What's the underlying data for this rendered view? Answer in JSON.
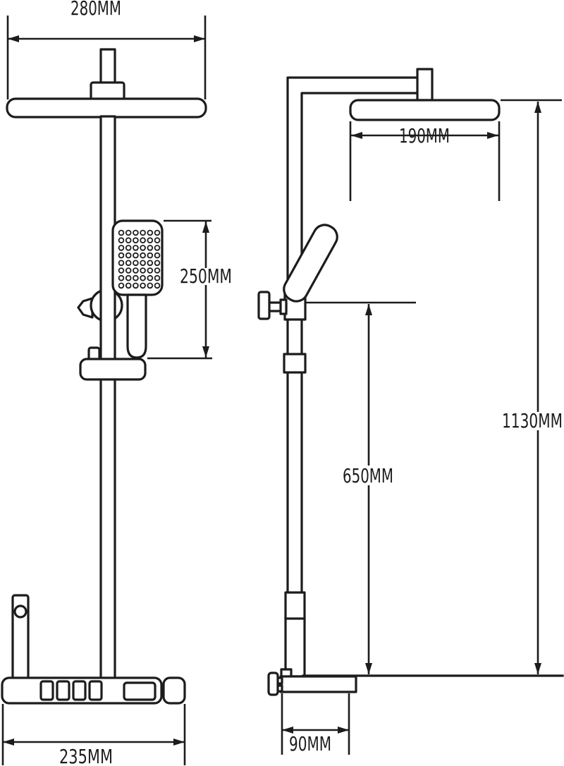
{
  "drawing": {
    "background": "#ffffff",
    "line_color": "#1c1c1c",
    "subject": "shower-column two-view dimension drawing",
    "views": {
      "front": {
        "name": "front view",
        "labels": {
          "head_width": "280MM",
          "hand_shower_length": "250MM",
          "base_width": "235MM"
        }
      },
      "side": {
        "name": "side view",
        "labels": {
          "head_depth": "190MM",
          "hand_shower_height": "650MM",
          "overall_height": "1130MM",
          "base_depth": "90MM"
        }
      }
    },
    "nozzle_grid": {
      "rows": 8,
      "cols": 6
    }
  }
}
